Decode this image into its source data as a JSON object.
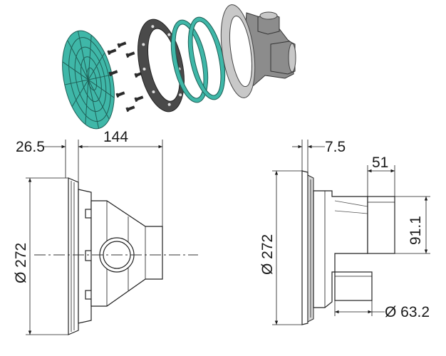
{
  "dimensions": {
    "front_view": {
      "flange_thickness": "26.5",
      "body_length": "144",
      "diameter": "Ø 272"
    },
    "side_view": {
      "flange_thickness": "7.5",
      "outlet_length": "51",
      "outlet_height": "91.1",
      "diameter": "Ø 272",
      "pipe_diameter": "Ø 63.2"
    }
  },
  "colors": {
    "grille": "#3fb7a8",
    "gasket_ring": "#4a4a4a",
    "housing": "#8c8c8c",
    "lines": "#1a1a1a"
  }
}
